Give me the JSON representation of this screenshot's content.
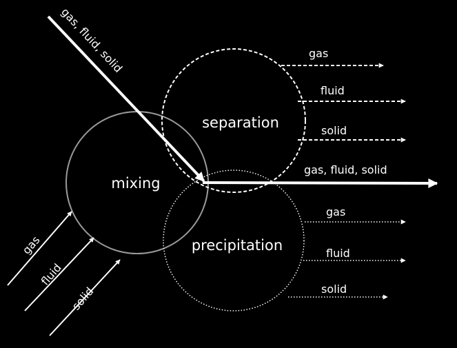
{
  "colors": {
    "background": "#000000",
    "foreground": "#ffffff",
    "mixing_circle": "#9a9a9a"
  },
  "circles": {
    "mixing": "mixing",
    "separation": "separation",
    "precipitation": "precipitation"
  },
  "input_arrow": "gas, fluid, solid",
  "inputs": [
    "gas",
    "fluid",
    "solid"
  ],
  "output_main": "gas, fluid, solid",
  "separation_outputs": [
    "gas",
    "fluid",
    "solid"
  ],
  "precipitation_outputs": [
    "gas",
    "fluid",
    "solid"
  ]
}
